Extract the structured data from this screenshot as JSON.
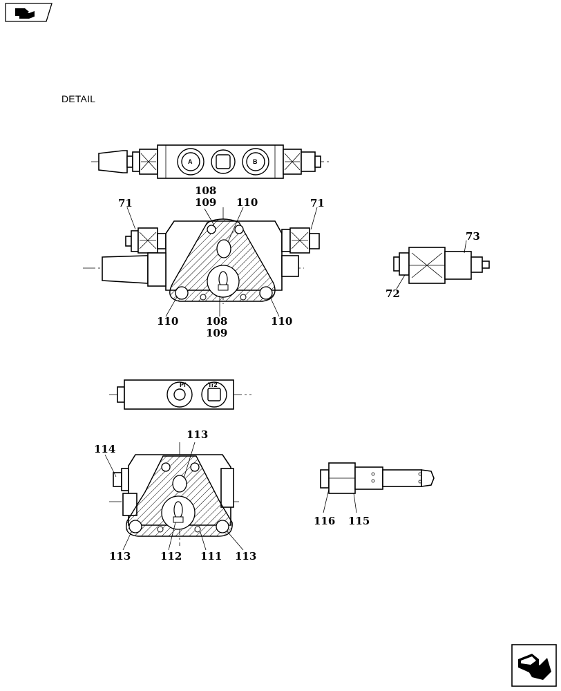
{
  "header": {
    "detail_label": "DETAIL"
  },
  "callouts": {
    "c71a": "71",
    "c71b": "71",
    "c108a": "108",
    "c109a": "109",
    "c110a": "110",
    "c110b": "110",
    "c110c": "110",
    "c108b": "108",
    "c109b": "109",
    "c72": "72",
    "c73": "73",
    "c113a": "113",
    "c113b": "113",
    "c113c": "113",
    "c114": "114",
    "c112": "112",
    "c111": "111",
    "c116": "116",
    "c115": "115"
  },
  "ports": {
    "a": "A",
    "b": "B",
    "pf": "Pf",
    "tr2": "Tr2"
  },
  "icons": {
    "nav": "book-arrow-icon",
    "next": "next-page-arrow-icon"
  }
}
